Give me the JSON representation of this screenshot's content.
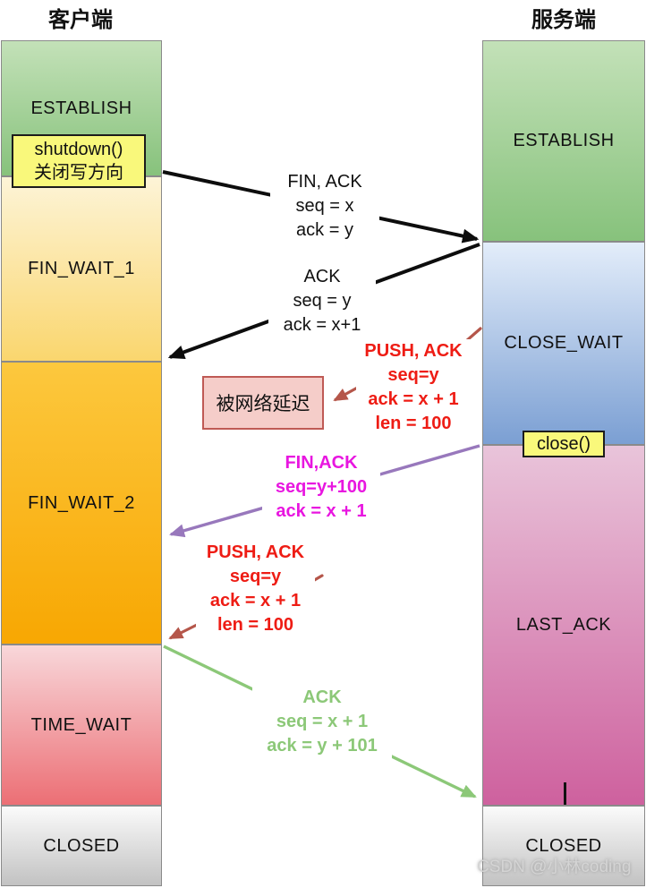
{
  "headers": {
    "client": "客户端",
    "server": "服务端"
  },
  "client_states": [
    {
      "label": "ESTABLISH"
    },
    {
      "label": "FIN_WAIT_1"
    },
    {
      "label": "FIN_WAIT_2"
    },
    {
      "label": "TIME_WAIT"
    },
    {
      "label": "CLOSED"
    }
  ],
  "server_states": [
    {
      "label": "ESTABLISH"
    },
    {
      "label": "CLOSE_WAIT"
    },
    {
      "label": "LAST_ACK"
    },
    {
      "label": "CLOSED"
    }
  ],
  "annotations": {
    "shutdown": {
      "line1": "shutdown()",
      "line2": "关闭写方向"
    },
    "close": {
      "label": "close()"
    },
    "delay_note": {
      "label": "被网络延迟"
    }
  },
  "messages": {
    "fin1": {
      "l1": "FIN, ACK",
      "l2": "seq = x",
      "l3": "ack = y"
    },
    "ack1": {
      "l1": "ACK",
      "l2": "seq = y",
      "l3": "ack = x+1"
    },
    "push_delayed": {
      "l1": "PUSH, ACK",
      "l2": "seq=y",
      "l3": "ack = x + 1",
      "l4": "len = 100"
    },
    "fin2": {
      "l1": "FIN,ACK",
      "l2": "seq=y+100",
      "l3": "ack = x + 1"
    },
    "push_arrive": {
      "l1": "PUSH, ACK",
      "l2": "seq=y",
      "l3": "ack = x + 1",
      "l4": "len = 100"
    },
    "ack2": {
      "l1": "ACK",
      "l2": "seq = x + 1",
      "l3": "ack = y + 101"
    }
  },
  "watermark": "CSDN @小林coding",
  "colors": {
    "black": "#0d0d0d",
    "red_text": "#ee1c14",
    "red_arrow": "#b5564a",
    "magenta": "#e816e0",
    "purple": "#9878bc",
    "green": "#8cc878",
    "state_green": "#87c27c",
    "state_yellow": "#fad66e",
    "state_orange": "#f8a702",
    "state_pink": "#ec6f75",
    "state_blue": "#7b9fd3",
    "state_magenta": "#ce619e",
    "state_gray": "#c2c2c2",
    "event_yellow": "#f9f87b",
    "note_pink": "#f5cdc9"
  }
}
